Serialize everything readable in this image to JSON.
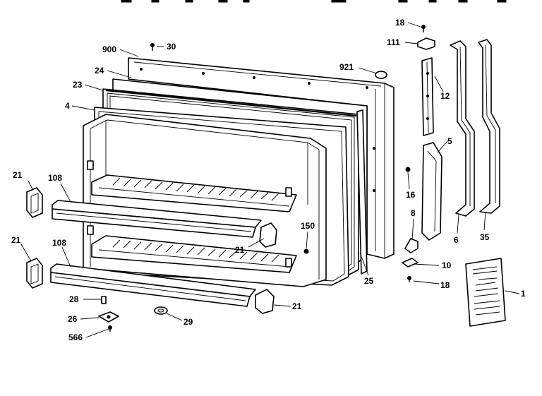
{
  "labels": {
    "p18_top": "18",
    "p111": "111",
    "p900": "900",
    "p30": "30",
    "p921": "921",
    "p24": "24",
    "p23": "23",
    "p12": "12",
    "p4": "4",
    "p5": "5",
    "p21_left_top": "21",
    "p108_top": "108",
    "p16": "16",
    "p8": "8",
    "p150": "150",
    "p6": "6",
    "p35": "35",
    "p21_left_bottom": "21",
    "p108_bottom": "108",
    "p21_middle": "21",
    "p10": "10",
    "p1": "1",
    "p18_bottom": "18",
    "p25": "25",
    "p28": "28",
    "p26": "26",
    "p29": "29",
    "p21_bottom": "21",
    "p566": "566"
  }
}
